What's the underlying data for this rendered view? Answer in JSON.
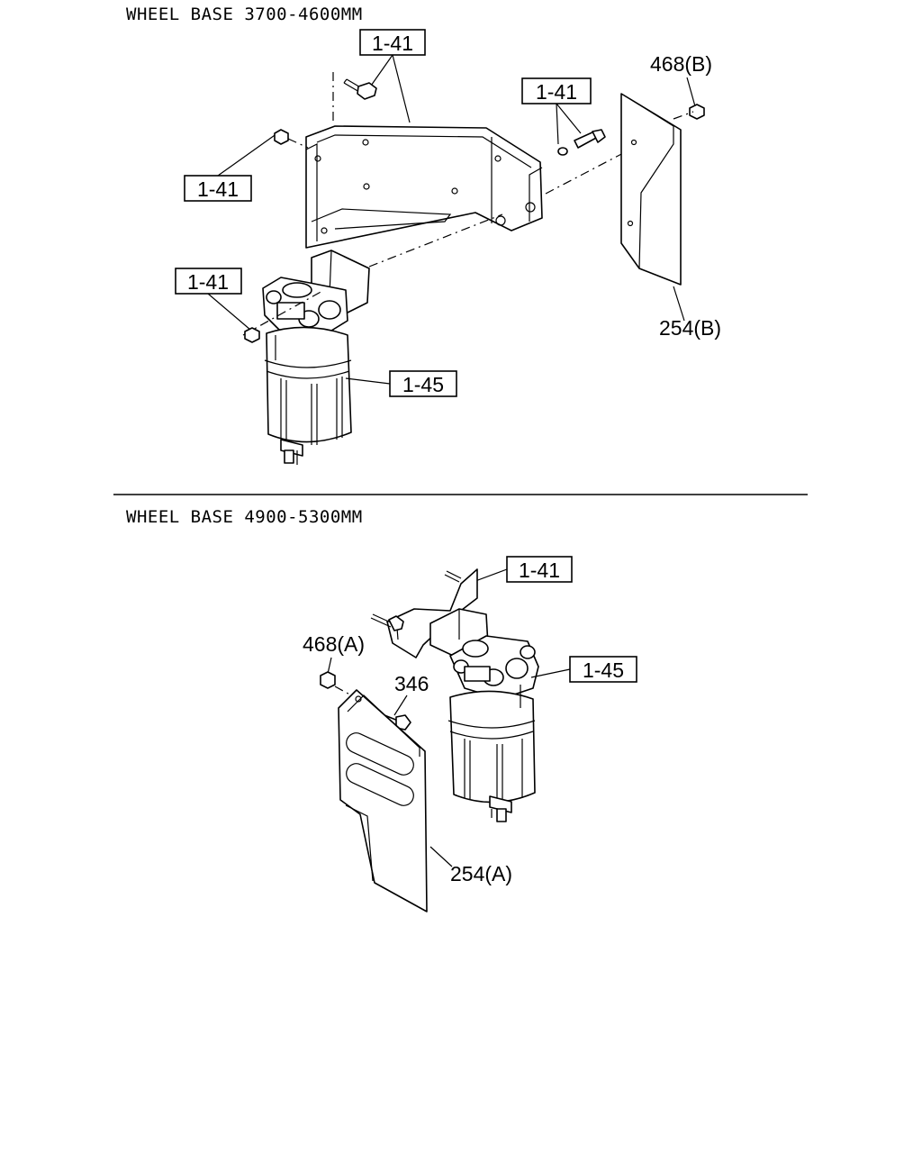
{
  "sections": [
    {
      "heading": "WHEEL BASE 3700-4600MM",
      "callouts": {
        "bracket_bolt": "1-41",
        "washer_bolt": "1-41",
        "left_nut": "1-41",
        "lower_nut": "1-41",
        "filter": "1-45"
      },
      "refs": {
        "nut": "468(B)",
        "cover": "254(B)"
      }
    },
    {
      "heading": "WHEEL BASE 4900-5300MM",
      "callouts": {
        "bracket": "1-41",
        "filter": "1-45"
      },
      "refs": {
        "nut": "468(A)",
        "bolt": "346",
        "cover": "254(A)"
      }
    }
  ]
}
